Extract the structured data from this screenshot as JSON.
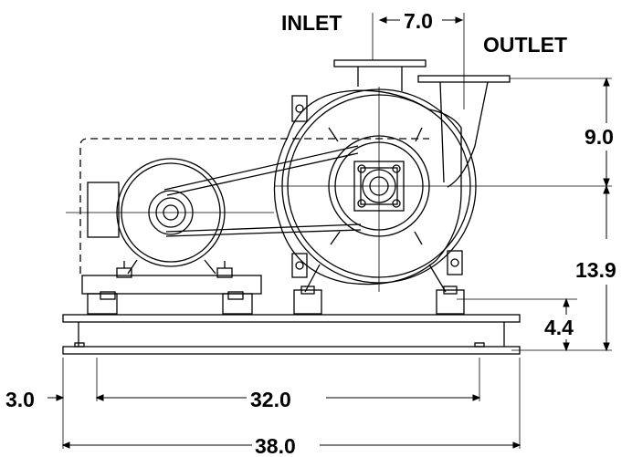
{
  "labels": {
    "inlet": "INLET",
    "outlet": "OUTLET"
  },
  "dimensions": {
    "inlet_outlet_offset": "7.0",
    "outlet_height": "9.0",
    "shaft_height": "13.9",
    "base_height": "4.4",
    "end_offset": "3.0",
    "bolt_span": "32.0",
    "overall_length": "38.0"
  },
  "colors": {
    "line": "#000000",
    "background": "#ffffff"
  }
}
